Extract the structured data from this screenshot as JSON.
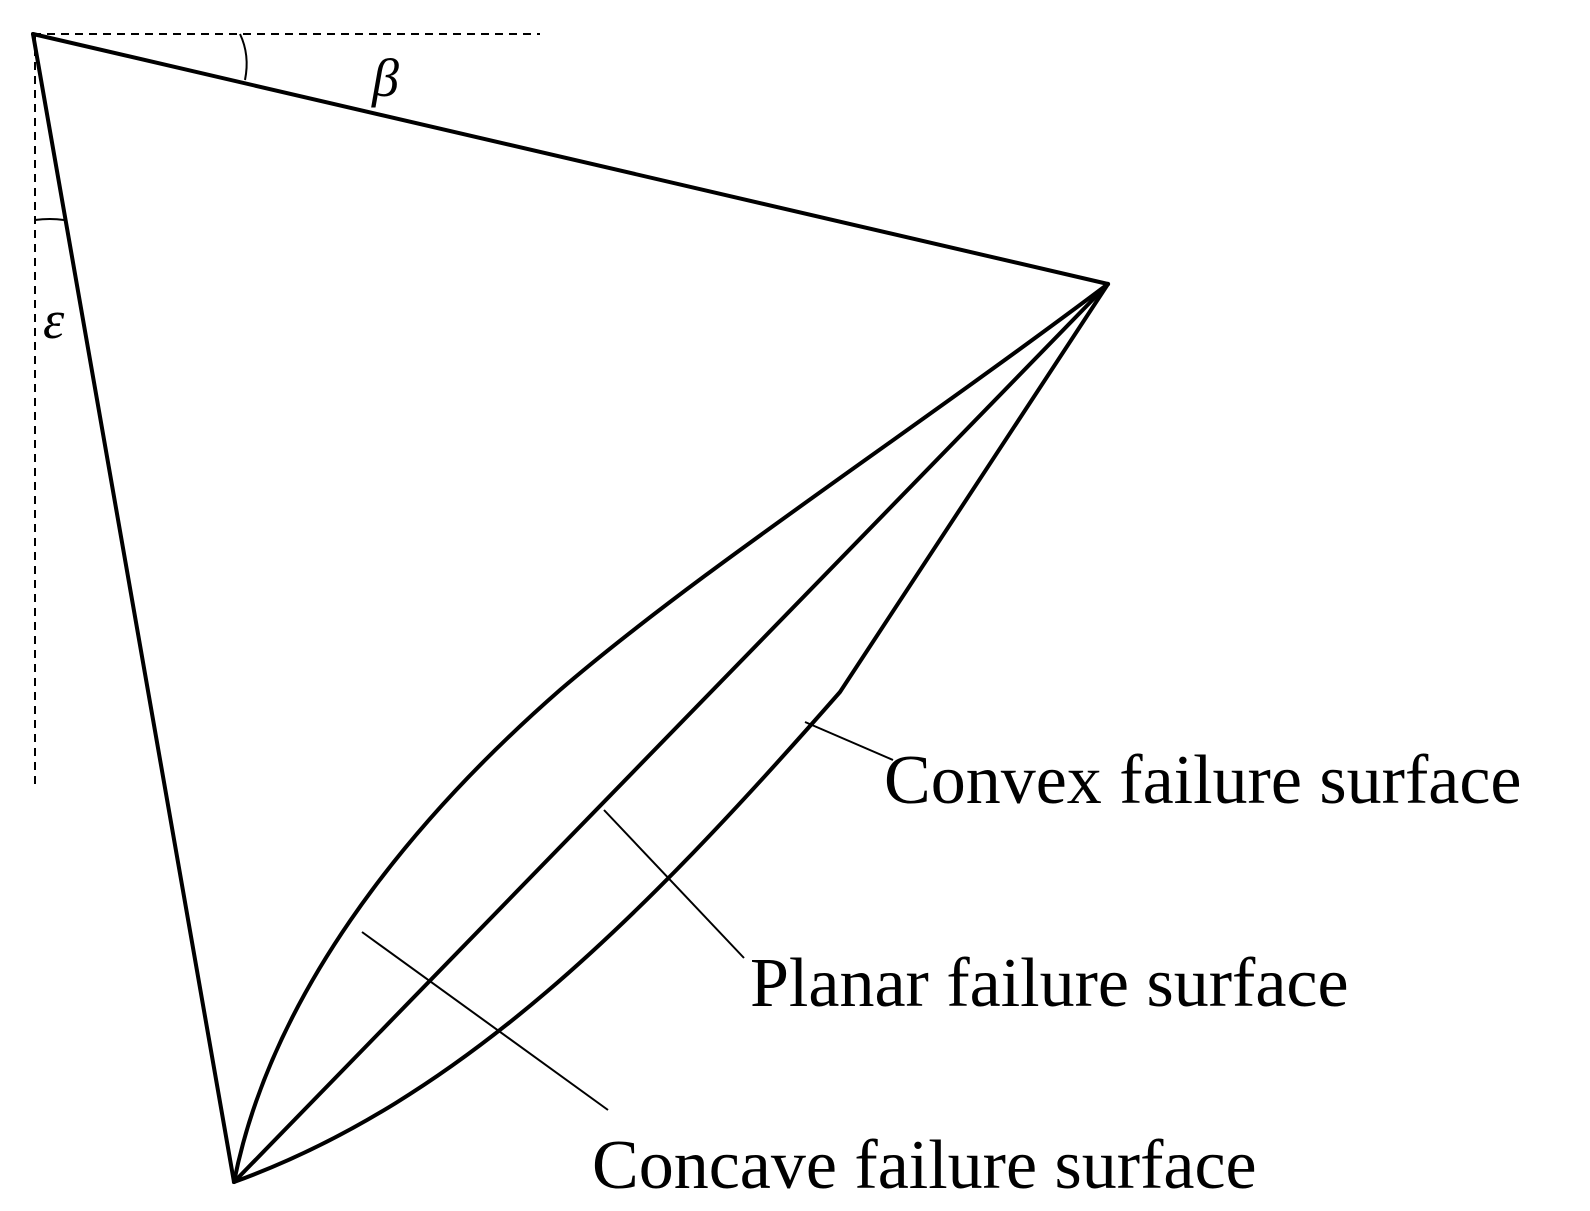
{
  "labels": {
    "beta": "β",
    "epsilon": "ε",
    "convex": "Convex failure surface",
    "planar": "Planar failure surface",
    "concave": "Concave failure surface"
  },
  "colors": {
    "line": "#000000",
    "background": "#ffffff"
  }
}
